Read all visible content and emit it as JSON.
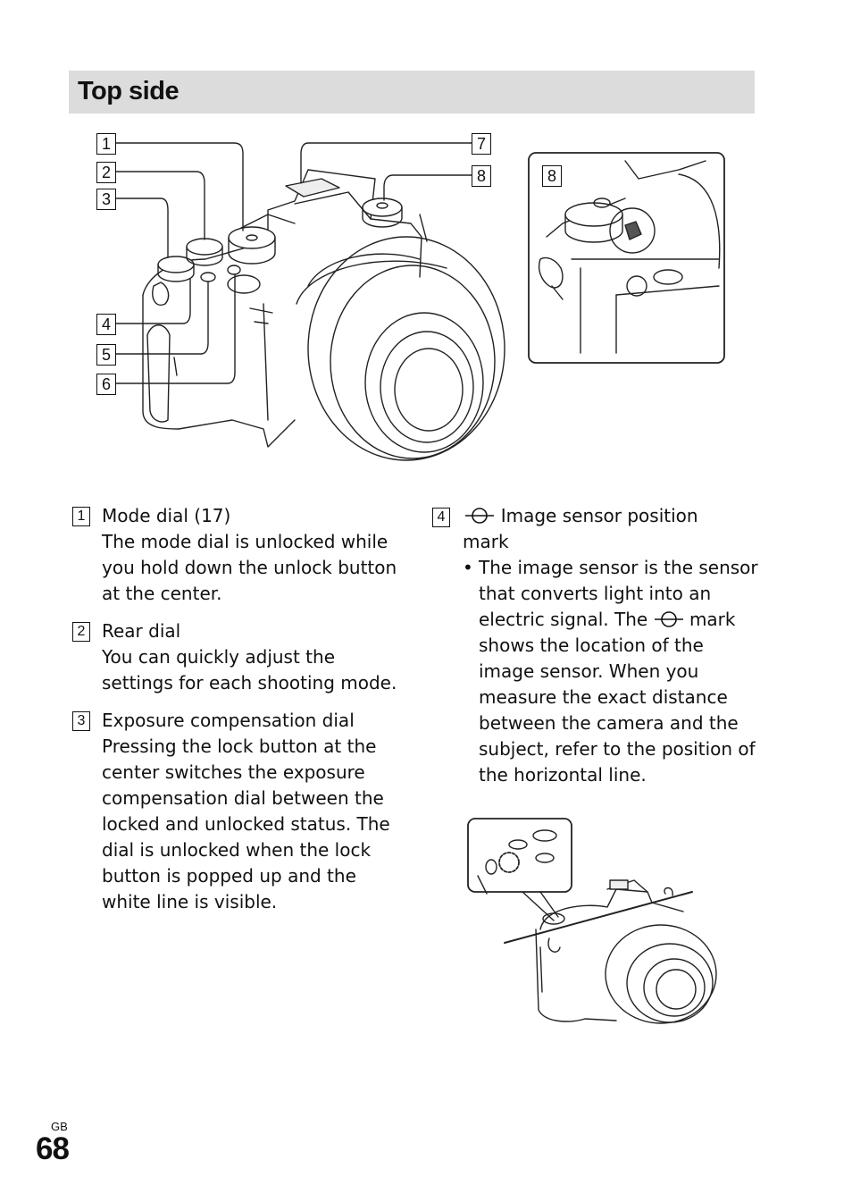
{
  "header": {
    "title": "Top side"
  },
  "callouts": {
    "n1": "1",
    "n2": "2",
    "n3": "3",
    "n4": "4",
    "n5": "5",
    "n6": "6",
    "n7": "7",
    "n8": "8",
    "n8_inset": "8"
  },
  "items": [
    {
      "number": "1",
      "title": "Mode dial (17)",
      "description": "The mode dial is unlocked while you hold down the unlock button at the center."
    },
    {
      "number": "2",
      "title": "Rear dial",
      "description": "You can quickly adjust the settings for each shooting mode."
    },
    {
      "number": "3",
      "title": "Exposure compensation dial",
      "description": "Pressing the lock button at the center switches the exposure compensation dial between the locked and unlocked status. The dial is unlocked when the lock button is popped up and the white line is visible."
    }
  ],
  "item4": {
    "number": "4",
    "title_first": "Image sensor position",
    "title_second": "mark",
    "bullet": "•",
    "bullet_part1": "The image sensor is the sensor that converts light into an electric signal. The",
    "bullet_part2": "mark shows the location of the image sensor. When you measure the exact distance between the camera and the subject, refer to the position of the horizontal line."
  },
  "footer": {
    "region": "GB",
    "page_number": "68"
  },
  "icons": {
    "sensor_mark": "image-sensor-position-mark-icon"
  }
}
